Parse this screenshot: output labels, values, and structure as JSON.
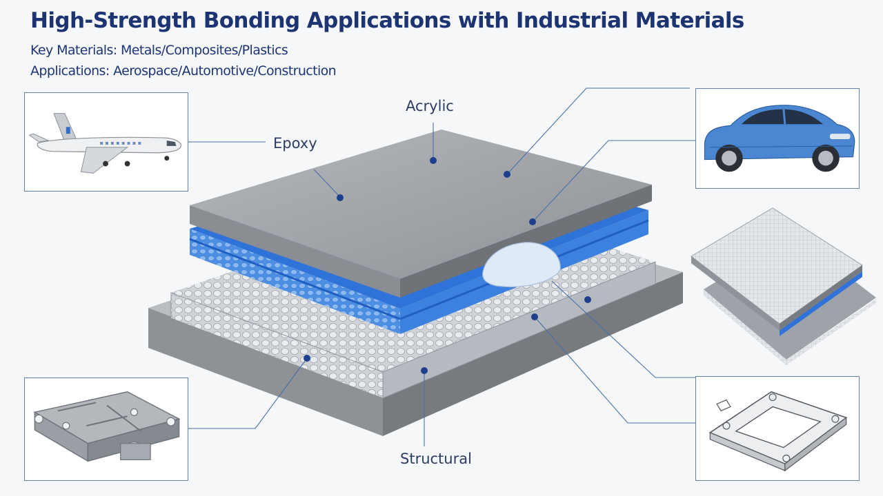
{
  "header": {
    "title": "High-Strength Bonding Applications with Industrial Materials",
    "materials_line": "Key Materials: Metals/Composites/Plastics",
    "applications_line": "Applications: Aerospace/Automotive/Construction"
  },
  "labels": {
    "acrylic": "Acrylic",
    "epoxy": "Epoxy",
    "structural": "Structural"
  },
  "icons": {
    "plane": "airplane-icon",
    "car": "car-icon",
    "bracket": "metal-bracket-icon",
    "frame": "metal-frame-icon",
    "panel": "composite-panel-icon"
  },
  "colors": {
    "title": "#1d3473",
    "accent_blue": "#2f73d8",
    "metal": "#9fa2a6",
    "leader": "#4a6fa3"
  }
}
